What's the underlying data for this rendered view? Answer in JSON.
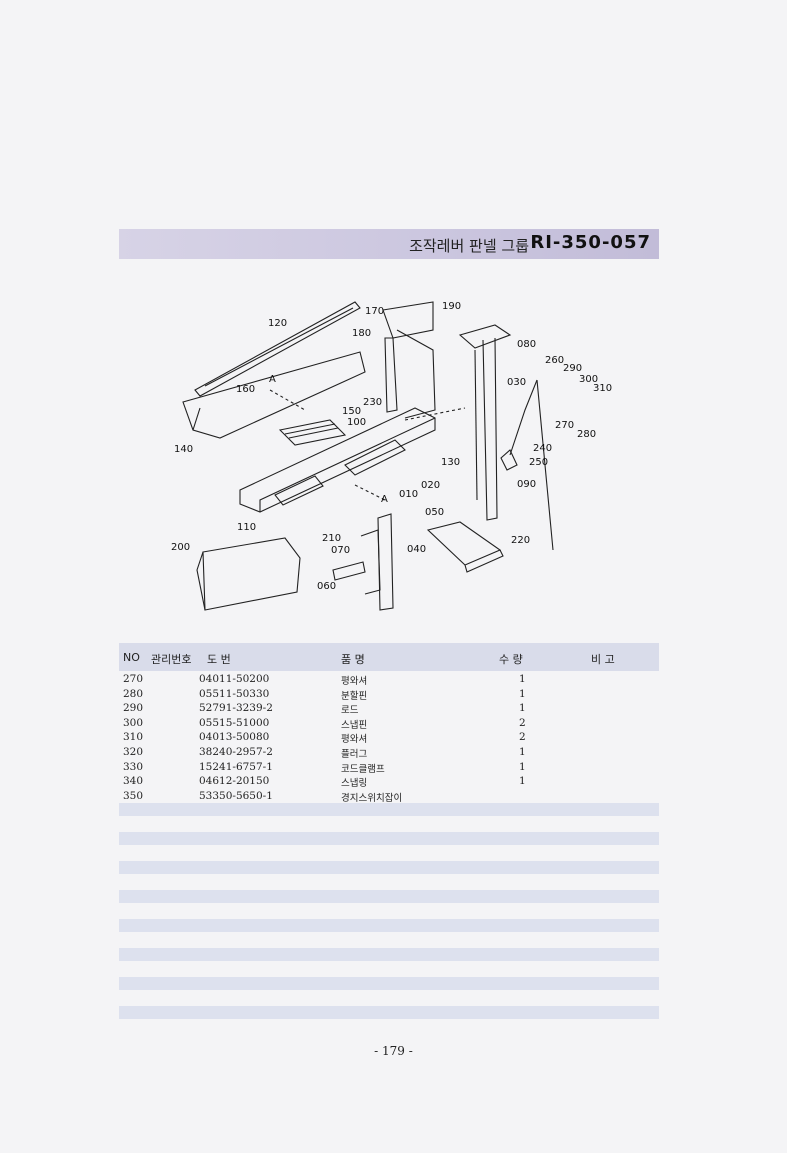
{
  "title": {
    "text": "조작레버 판넬 그룹",
    "code": "RI-350-057"
  },
  "diagram": {
    "callouts": [
      "120",
      "170",
      "190",
      "180",
      "080",
      "260",
      "290",
      "300",
      "310",
      "030",
      "A",
      "160",
      "150",
      "230",
      "100",
      "270",
      "280",
      "140",
      "240",
      "250",
      "130",
      "020",
      "090",
      "010",
      "A",
      "110",
      "050",
      "220",
      "210",
      "070",
      "040",
      "200",
      "060"
    ]
  },
  "table": {
    "headers": {
      "no": "NO",
      "mgmt": "관리번호",
      "drawing": "도      번",
      "name": "품              명",
      "qty": "수      량",
      "remarks": "비  고"
    },
    "rows": [
      {
        "no": "270",
        "drawing": "04011-50200",
        "name": "평와셔",
        "qty": "1"
      },
      {
        "no": "280",
        "drawing": "05511-50330",
        "name": "분할핀",
        "qty": "1"
      },
      {
        "no": "290",
        "drawing": "52791-3239-2",
        "name": "로드",
        "qty": "1"
      },
      {
        "no": "300",
        "drawing": "05515-51000",
        "name": "스냅핀",
        "qty": "2"
      },
      {
        "no": "310",
        "drawing": "04013-50080",
        "name": "평와셔",
        "qty": "2"
      },
      {
        "no": "320",
        "drawing": "38240-2957-2",
        "name": "플러그",
        "qty": "1"
      },
      {
        "no": "330",
        "drawing": "15241-6757-1",
        "name": "코드클램프",
        "qty": "1"
      },
      {
        "no": "340",
        "drawing": "04612-20150",
        "name": "스냅링",
        "qty": "1"
      },
      {
        "no": "350",
        "drawing": "53350-5650-1",
        "name": "경지스위치잡이",
        "qty": ""
      }
    ]
  },
  "page_number": "- 179 -"
}
